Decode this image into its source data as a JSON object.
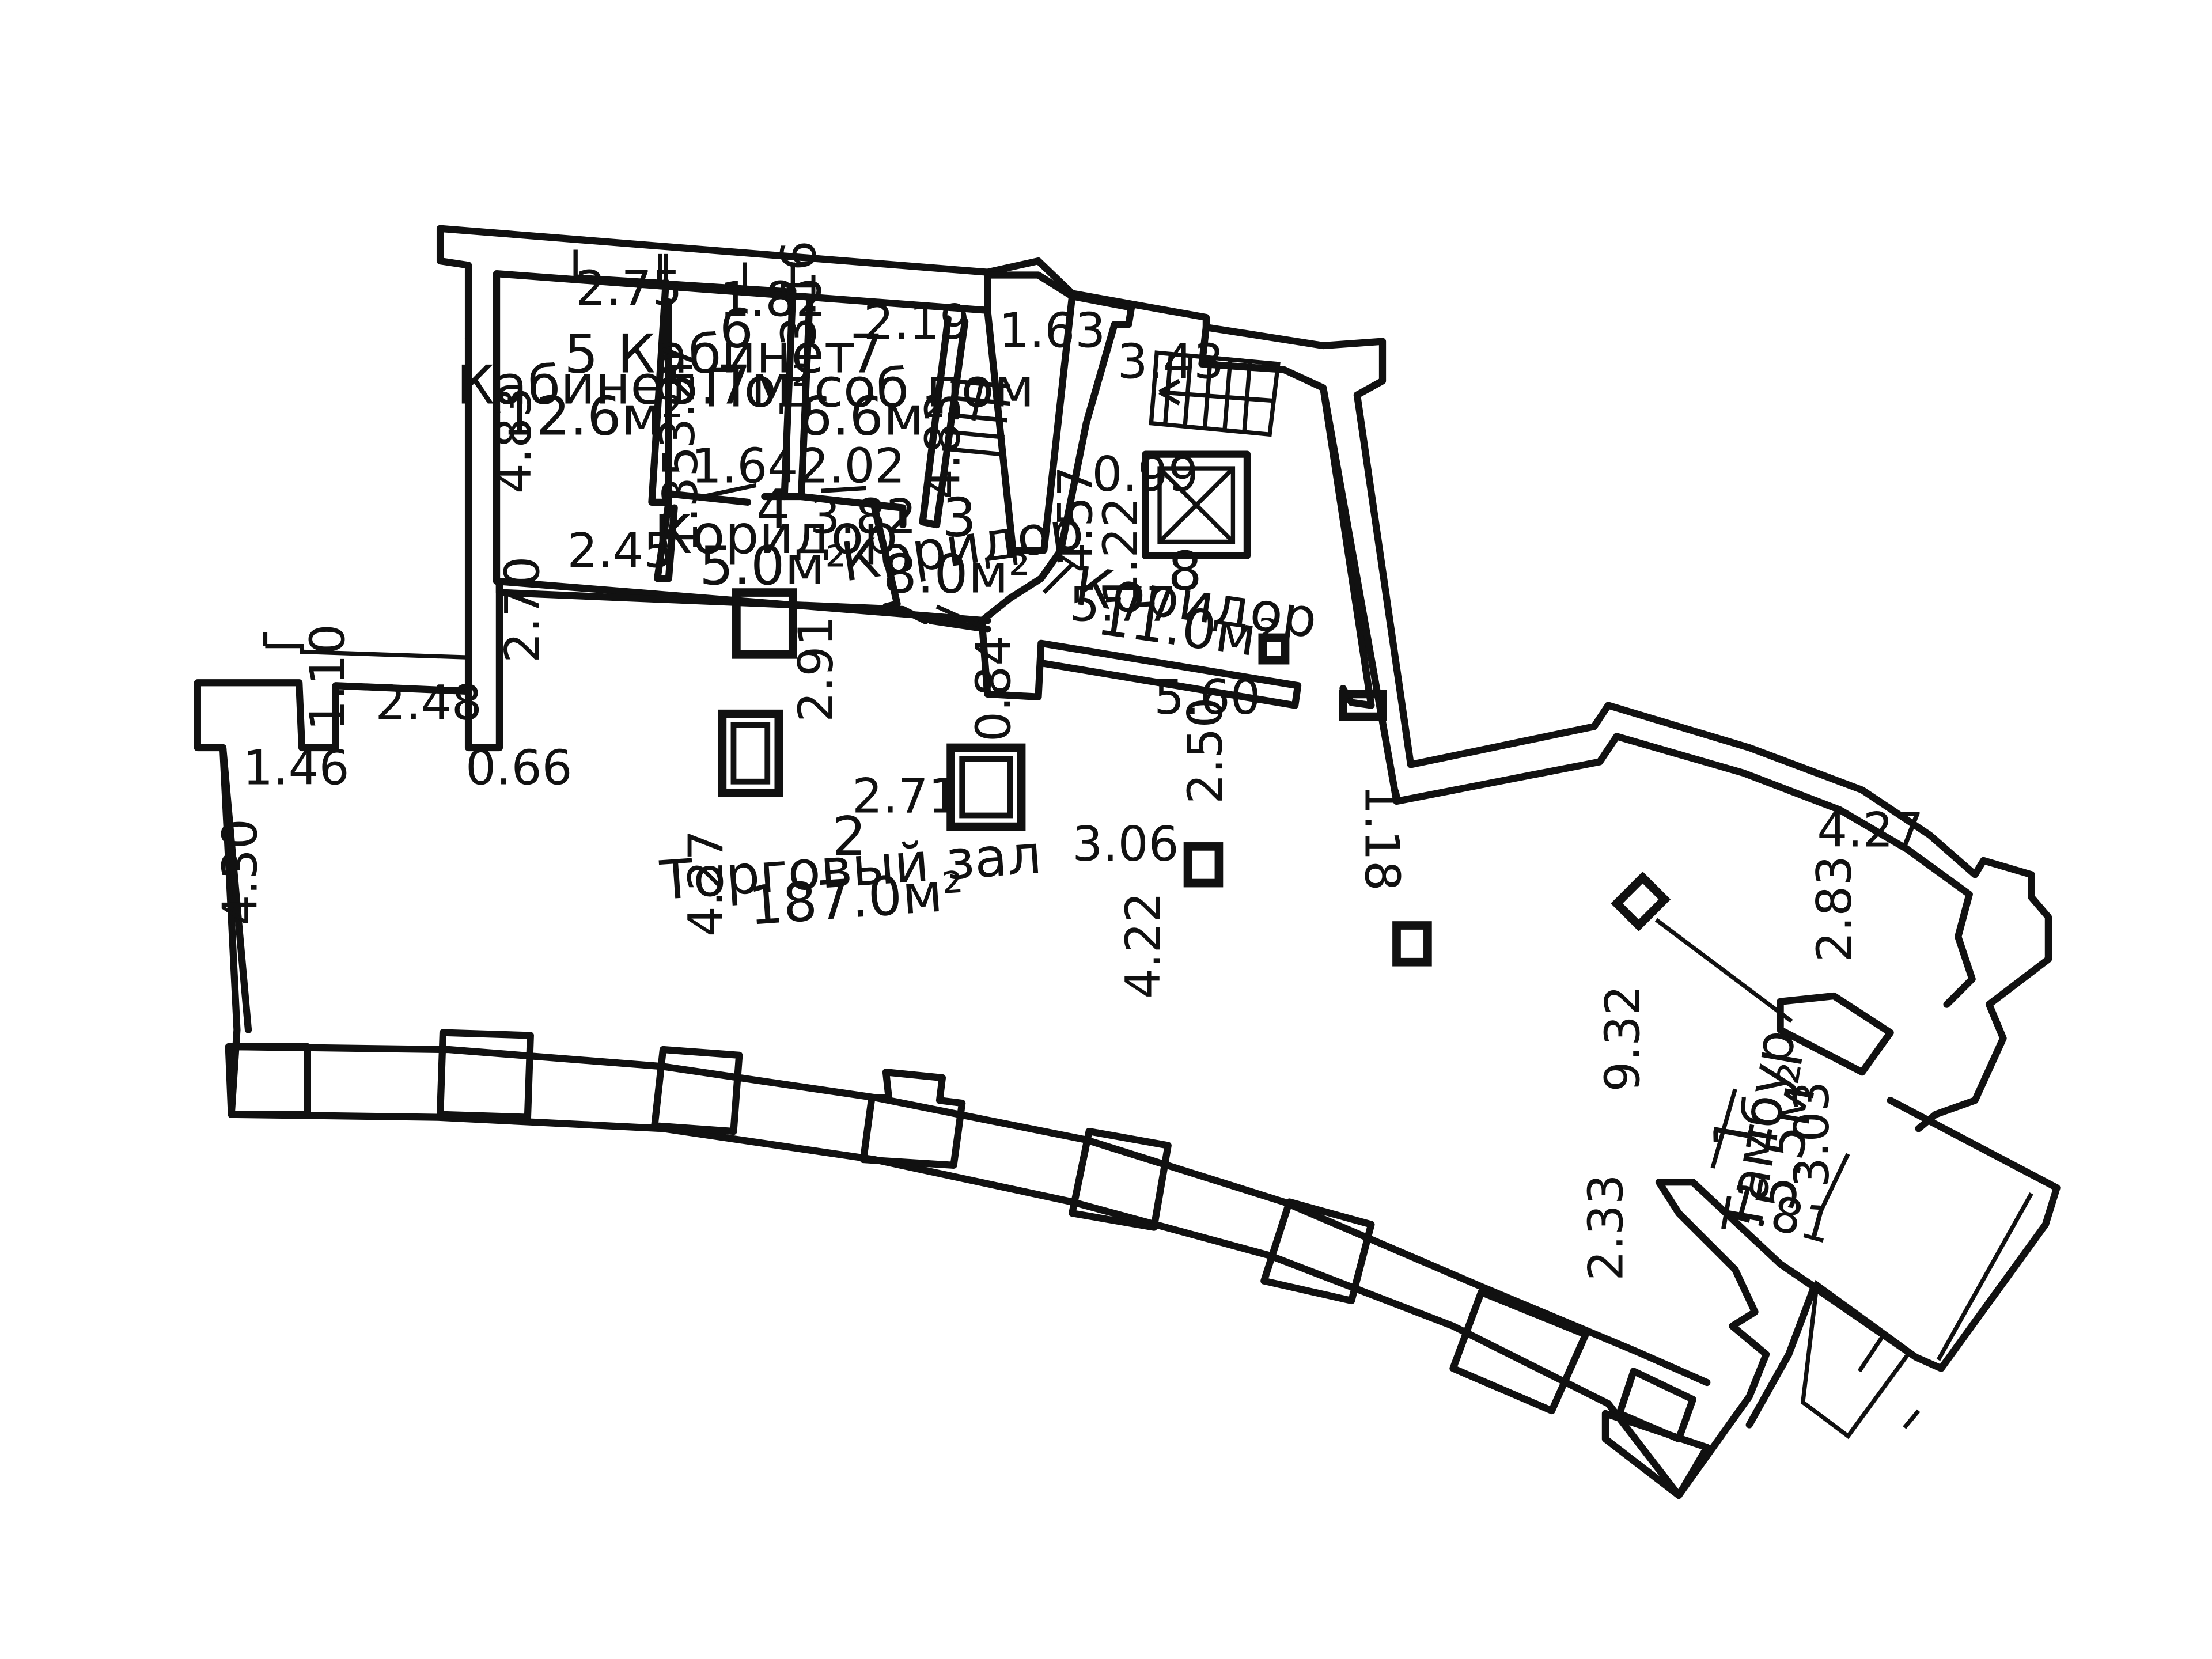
{
  "rooms": {
    "r1": {
      "num": "1",
      "name": "Тамбур",
      "area": "5.5м²"
    },
    "r2": {
      "num": "2",
      "name": "Торговый зал",
      "area": "187.0м²"
    },
    "r3": {
      "num": "3",
      "name": "Коридор",
      "area": "8.0м²"
    },
    "r4": {
      "num": "4",
      "name": "Коридор",
      "area": "5.0м²"
    },
    "r5": {
      "num": "5",
      "name": "Кабинет",
      "area": "12.6м²"
    },
    "r6": {
      "num": "6",
      "name": "Кабинет",
      "area": "5.7м²"
    },
    "r7": {
      "num": "7",
      "name": "Подсоб пом",
      "area": "6.6м²"
    },
    "r8": {
      "num": "8",
      "name": "Коридор",
      "area": "11.0м²"
    }
  },
  "dims": {
    "d_2_75": "2.75",
    "d_1_82": "1.82",
    "d_3_16": "3.16",
    "d_2_19": "2.19",
    "d_1_63": "1.63",
    "d_3_43": "3.43",
    "d_3_27": "3.27",
    "d_4_83_a": "4.83",
    "d_4_83_b": "4.83",
    "d_1_64": "1.64",
    "d_2_02": "2.02",
    "d_0_99": "0.99",
    "d_1_35": "1.35",
    "d_3_82": "3.82",
    "d_4_57": "4.57",
    "d_2_45": "2.45",
    "d_1_22": "1.22",
    "d_5_77": "5.77",
    "d_2_70": "2.70",
    "d_2_91": "2.91",
    "d_0_84": "0.84",
    "d_5_60": "5.60",
    "d_1_10": "1.10",
    "d_2_48": "2.48",
    "d_1_46": "1.46",
    "d_0_66": "0.66",
    "d_2_50": "2.50",
    "d_1_18": "1.18",
    "d_2_71": "2.71",
    "d_3_06": "3.06",
    "d_4_30": "4.30",
    "d_4_27_a": "4.27",
    "d_4_27_b": "4.27",
    "d_4_22": "4.22",
    "d_2_83": "2.83",
    "d_9_32": "9.32",
    "d_3_03": "3.03",
    "d_1_81": "1.81",
    "d_2_33": "2.33"
  }
}
